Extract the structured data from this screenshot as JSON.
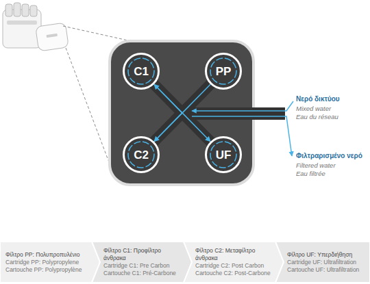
{
  "diagram": {
    "nodes": [
      {
        "text": [
          "C1"
        ]
      },
      {
        "text": [
          "PP"
        ]
      },
      {
        "text": [
          "C2"
        ]
      },
      {
        "text": [
          "UF"
        ]
      },
      {
        "text": [
          "Φίλτρο PP: Πολυπροπυλένιο",
          "Cartridge PP: Polypropylene",
          "Cartouche PP: Polypropylène"
        ]
      },
      {
        "text": [
          "Φίλτρο C1: Προφίλτρο άνθρακα",
          "Cartridge C1: Pre Carbon",
          "Cartouche C1: Pré-Carbone"
        ]
      },
      {
        "text": [
          "Φίλτρο C2: Μεταφίλτρο άνθρακα",
          "Cartridge C2: Post Carbon",
          "Cartouche C2: Post-Carbone"
        ]
      },
      {
        "text": [
          "Φίλτρο UF: Υπερδιήθηση",
          "Cartridge UF: Ultrafiltration",
          "Cartouche UF: Ultrafiltration"
        ]
      }
    ],
    "edges": [
      {
        "from": 1,
        "to": 0,
        "arrow": "to"
      },
      {
        "from": 0,
        "to": 2,
        "arrow": "to"
      },
      {
        "from": 2,
        "to": 3,
        "arrow": "to"
      }
    ],
    "labels": [
      "Νερό δικτύου",
      "Mixed water",
      "Eau du réseau",
      "Φιλτραρισμένο νερό",
      "Filtered water",
      "Eau filtrée"
    ]
  }
}
